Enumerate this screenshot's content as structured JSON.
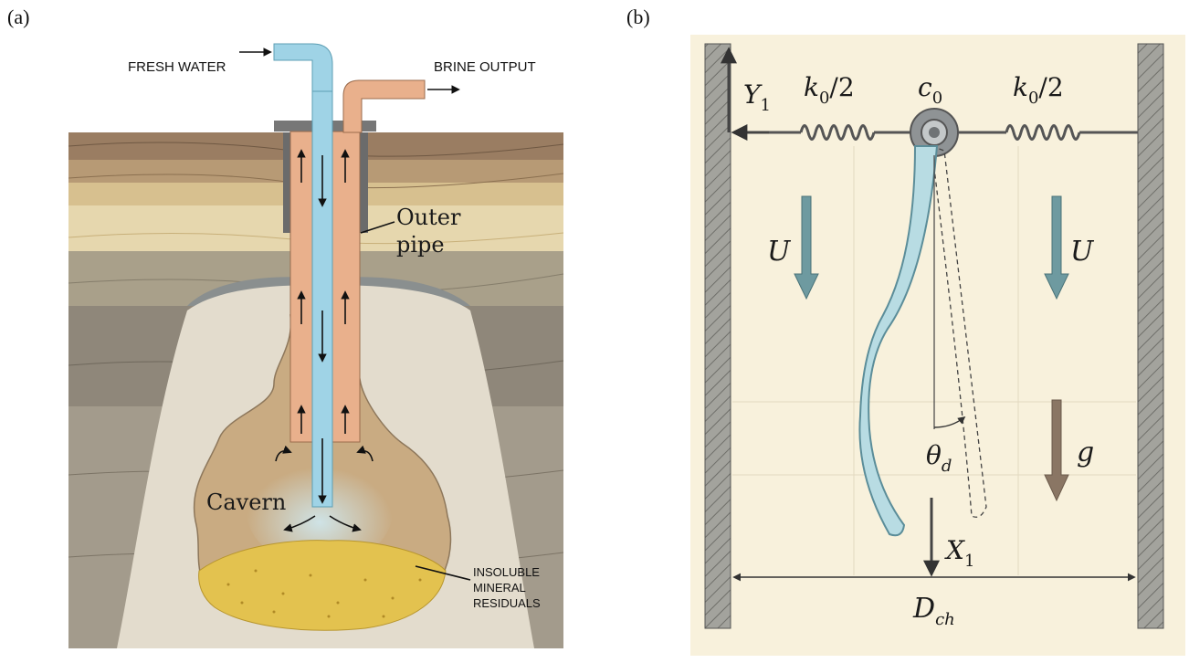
{
  "figure": {
    "panel_a": {
      "label": "(a)",
      "fresh_water": "FRESH WATER",
      "brine_output": "BRINE OUTPUT",
      "outer_pipe_line1": "Outer",
      "outer_pipe_line2": "pipe",
      "cavern": "Cavern",
      "residuals_line1": "INSOLUBLE",
      "residuals_line2": "MINERAL",
      "residuals_line3": "RESIDUALS"
    },
    "panel_b": {
      "label": "(b)",
      "y1_base": "Y",
      "y1_sub": "1",
      "spring_left": "k",
      "spring_left_sub": "0",
      "spring_left_tail": "/2",
      "damper_base": "c",
      "damper_sub": "0",
      "spring_right": "k",
      "spring_right_sub": "0",
      "spring_right_tail": "/2",
      "flow_left": "U",
      "flow_right": "U",
      "angle_base": "θ",
      "angle_sub": "d",
      "gravity": "g",
      "x1_base": "X",
      "x1_sub": "1",
      "width_base": "D",
      "width_sub": "ch"
    },
    "colors": {
      "fresh_water_pipe": "#9fd3e6",
      "brine_pipe": "#e9b08c",
      "cavern": "#c9ab82",
      "residuals": "#e3c24f",
      "panel_b_background": "#f8f1dc",
      "wall": "#9a9a94",
      "flow_arrow": "#6e9aa0",
      "gravity_arrow": "#8a7664"
    }
  }
}
